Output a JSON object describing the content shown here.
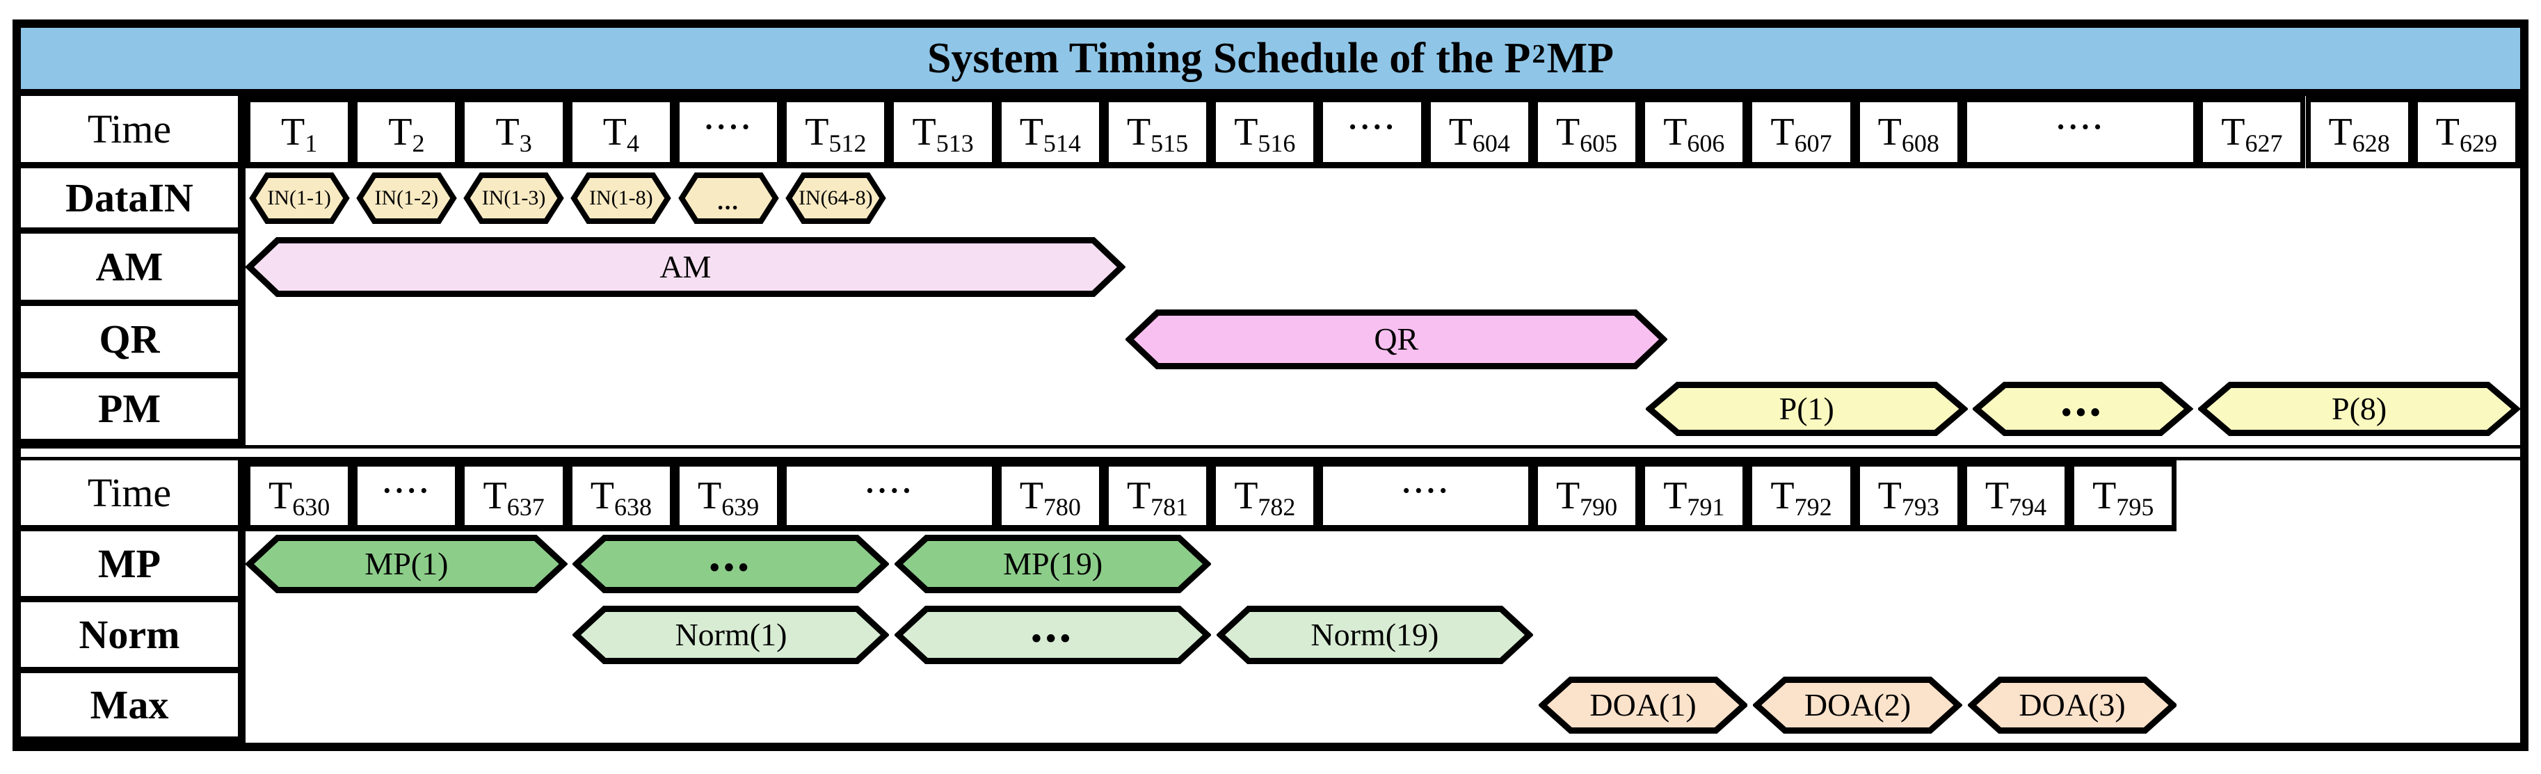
{
  "title": {
    "prefix": "System Timing Schedule of the P",
    "sup": "2",
    "suffix": "MP"
  },
  "colors": {
    "title_bg": "#8FC6E8",
    "border": "#000000",
    "datain": "#F8EAC2",
    "am": "#F6DFF2",
    "qr": "#F8C0F0",
    "pm": "#FAF9C0",
    "mp": "#8DCD8A",
    "norm": "#D7ECD3",
    "max": "#FBE2CB"
  },
  "top_section": {
    "time_label": "Time",
    "base_symbol": "T",
    "time_cells": [
      {
        "sub": "1"
      },
      {
        "sub": "2"
      },
      {
        "sub": "3"
      },
      {
        "sub": "4"
      },
      {
        "dots": "····"
      },
      {
        "sub": "512"
      },
      {
        "sub": "513"
      },
      {
        "sub": "514"
      },
      {
        "sub": "515"
      },
      {
        "sub": "516"
      },
      {
        "dots": "····"
      },
      {
        "sub": "604"
      },
      {
        "sub": "605"
      },
      {
        "sub": "606"
      },
      {
        "sub": "607"
      },
      {
        "sub": "608"
      },
      {
        "dots": "····",
        "w": 2.2
      },
      {
        "sub": "627"
      },
      {
        "sub": "628"
      },
      {
        "sub": "629"
      }
    ],
    "lanes": [
      {
        "label": "DataIN",
        "color": "datain",
        "small": true,
        "bars": [
          {
            "text": "IN(1-1)",
            "from": 0.03,
            "to": 0.97
          },
          {
            "text": "IN(1-2)",
            "from": 1.03,
            "to": 1.97
          },
          {
            "text": "IN(1-3)",
            "from": 2.03,
            "to": 2.97
          },
          {
            "text": "IN(1-8)",
            "from": 3.03,
            "to": 3.97
          },
          {
            "text": "...",
            "dots": true,
            "from": 4.03,
            "to": 4.97
          },
          {
            "text": "IN(64-8)",
            "from": 5.03,
            "to": 5.97
          }
        ]
      },
      {
        "label": "AM",
        "color": "am",
        "bars": [
          {
            "text": "AM",
            "from": 0,
            "to": 8.2
          }
        ]
      },
      {
        "label": "QR",
        "color": "qr",
        "bars": [
          {
            "text": "QR",
            "from": 8.2,
            "to": 13.25
          }
        ]
      },
      {
        "label": "PM",
        "color": "pm",
        "bars": [
          {
            "text": "P(1)",
            "from": 13.05,
            "to": 16.05
          },
          {
            "text": "•••",
            "dots": true,
            "from": 16.1,
            "to": 18.15
          },
          {
            "text": "P(8)",
            "from": 18.2,
            "to": 21.2
          }
        ]
      }
    ]
  },
  "bottom_section": {
    "time_label": "Time",
    "base_symbol": "T",
    "cells_span": 18,
    "time_cells": [
      {
        "sub": "630"
      },
      {
        "dots": "····"
      },
      {
        "sub": "637"
      },
      {
        "sub": "638"
      },
      {
        "sub": "639"
      },
      {
        "dots": "····",
        "w": 2
      },
      {
        "sub": "780"
      },
      {
        "sub": "781"
      },
      {
        "sub": "782"
      },
      {
        "dots": "····",
        "w": 2
      },
      {
        "sub": "790"
      },
      {
        "sub": "791"
      },
      {
        "sub": "792"
      },
      {
        "sub": "793"
      },
      {
        "sub": "794"
      },
      {
        "sub": "795"
      }
    ],
    "lanes": [
      {
        "label": "MP",
        "color": "mp",
        "bars": [
          {
            "text": "MP(1)",
            "from": 0,
            "to": 3
          },
          {
            "text": "•••",
            "dots": true,
            "from": 3.05,
            "to": 6
          },
          {
            "text": "MP(19)",
            "from": 6.05,
            "to": 9
          }
        ]
      },
      {
        "label": "Norm",
        "color": "norm",
        "bars": [
          {
            "text": "Norm(1)",
            "from": 3.05,
            "to": 6
          },
          {
            "text": "•••",
            "dots": true,
            "from": 6.05,
            "to": 9
          },
          {
            "text": "Norm(19)",
            "from": 9.05,
            "to": 12
          }
        ]
      },
      {
        "label": "Max",
        "color": "max",
        "bars": [
          {
            "text": "DOA(1)",
            "from": 12.05,
            "to": 14
          },
          {
            "text": "DOA(2)",
            "from": 14.05,
            "to": 16
          },
          {
            "text": "DOA(3)",
            "from": 16.05,
            "to": 18
          }
        ]
      }
    ]
  }
}
